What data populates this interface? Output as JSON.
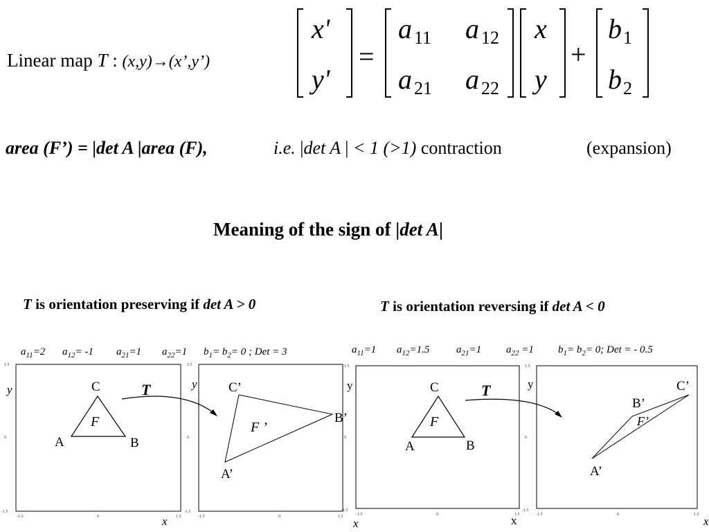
{
  "header": {
    "linear_map_prefix": "Linear map ",
    "map_symbol": "T",
    "colon": " : ",
    "mapping": "(x,y)→(x’,y’)"
  },
  "equation": {
    "lhs": [
      "x'",
      "y'"
    ],
    "equals": "=",
    "matrix": {
      "a11": {
        "base": "a",
        "sub": "11"
      },
      "a12": {
        "base": "a",
        "sub": "12"
      },
      "a21": {
        "base": "a",
        "sub": "21"
      },
      "a22": {
        "base": "a",
        "sub": "22"
      }
    },
    "vector": [
      "x",
      "y"
    ],
    "plus": "+",
    "offset": [
      {
        "base": "b",
        "sub": "1"
      },
      {
        "base": "b",
        "sub": "2"
      }
    ]
  },
  "area_line": {
    "part1": "area (F’) = ",
    "bar1": "|",
    "det_a": "det A ",
    "bar2": "|",
    "part2": "area (F),",
    "ie": "i.e. ",
    "bar3": "|",
    "det_a2": "det A ",
    "bar4": "|",
    "lt1": " < 1  (>1)",
    "contraction": " contraction",
    "expansion": "(expansion)"
  },
  "section_title": {
    "text": "Meaning of the sign of   ",
    "bar_open": "|",
    "det": "det A",
    "bar_close": "|"
  },
  "left_case": {
    "T": "T",
    "text": "  is orientation preserving if ",
    "cond": "det A > 0",
    "params": [
      {
        "name": "a",
        "sub": "11",
        "value": "=2"
      },
      {
        "name": "a",
        "sub": "12",
        "value": "= -1"
      },
      {
        "name": "a",
        "sub": "21",
        "value": "=1"
      },
      {
        "name": "a",
        "sub": "22",
        "value": "=1"
      }
    ],
    "b_text": {
      "b1": "b",
      "s1": "1",
      "mid": "= b",
      "s2": "2",
      "tail": "= 0 ; Det = 3"
    }
  },
  "right_case": {
    "T": "T",
    "text": "  is orientation reversing if ",
    "cond": "det A < 0",
    "params": [
      {
        "name": "a",
        "sub": "11",
        "value": "=1"
      },
      {
        "name": "a",
        "sub": "12",
        "value": "=1.5"
      },
      {
        "name": "a",
        "sub": "21",
        "value": "=1"
      },
      {
        "name": "a",
        "sub": "22",
        "value": " =1"
      }
    ],
    "b_text": {
      "b1": "b",
      "s1": "1",
      "mid": "= b",
      "s2": "2",
      "tail": "= 0; Det = - 0.5"
    }
  },
  "plots": {
    "tick_labels": {
      "min": "-1.5",
      "zero": "0",
      "max": "1.5"
    },
    "axis_x": "x",
    "axis_y": "y",
    "arrow_label": "T",
    "left_original": {
      "label_A": "A",
      "label_B": "B",
      "label_C": "C",
      "shape": "F"
    },
    "left_image": {
      "label_A": "A’",
      "label_B": "B’",
      "label_C": "C’",
      "shape": "F ’"
    },
    "right_original": {
      "label_A": "A",
      "label_B": "B",
      "label_C": "C",
      "shape": "F"
    },
    "right_image": {
      "label_A": "A’",
      "label_B": "B’",
      "label_C": "C’",
      "shape": "F’"
    }
  }
}
